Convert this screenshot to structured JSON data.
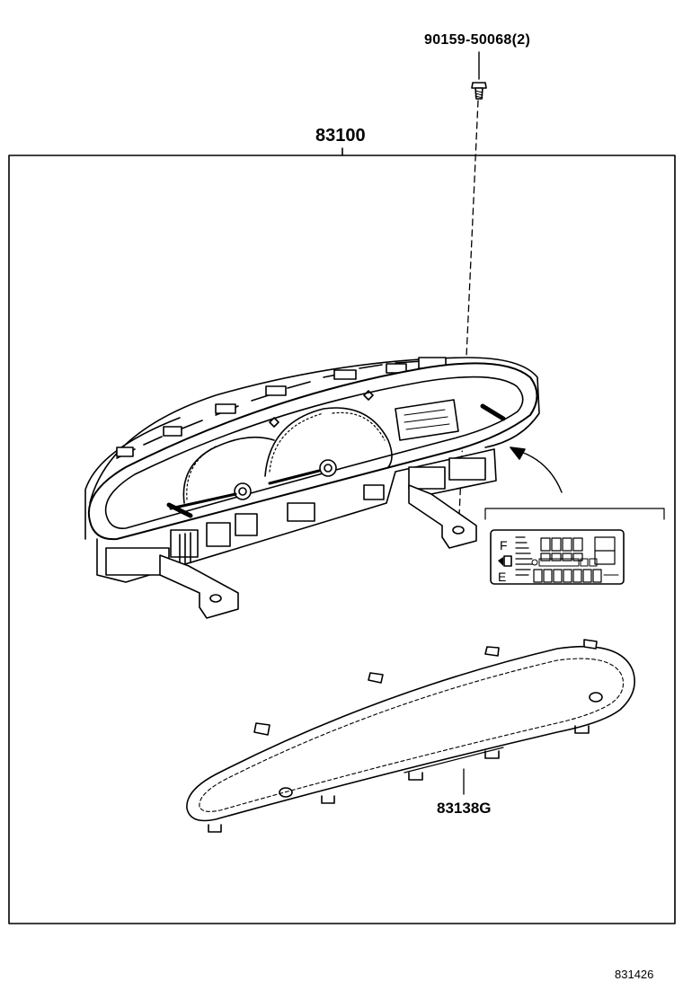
{
  "parts": {
    "bolt": "90159-50068(2)",
    "combination_meter": "83100",
    "meter_glass": "83138G"
  },
  "figure_id": "831426"
}
